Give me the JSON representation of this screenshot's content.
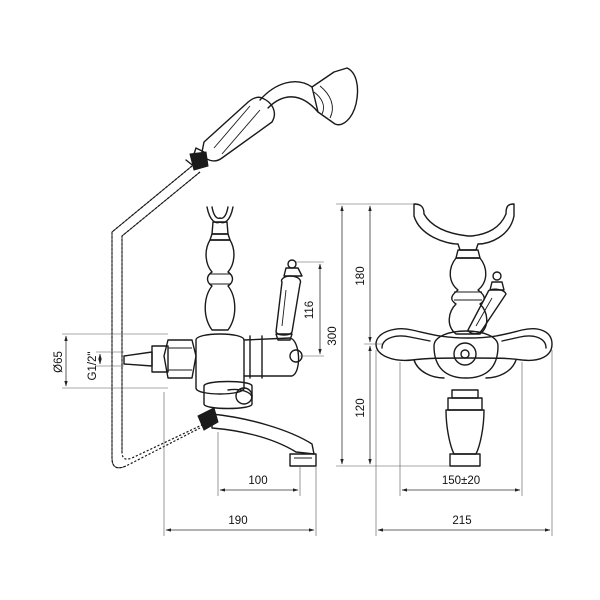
{
  "dimensions": {
    "handle_height": "116",
    "total_height": "300",
    "upper_height": "180",
    "lower_height": "120",
    "diameter": "Ø65",
    "thread": "G1/2\"",
    "spout_reach": "100",
    "depth": "190",
    "centers": "150±20",
    "width": "215"
  }
}
